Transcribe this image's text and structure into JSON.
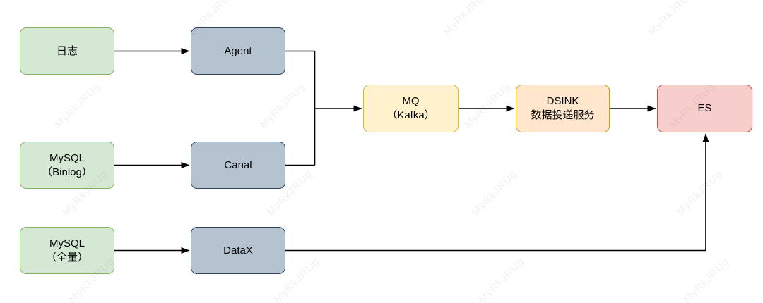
{
  "diagram": {
    "watermark": "MyRkJRUg",
    "line_color": "#000000",
    "palette": {
      "source": {
        "fill": "#d5e8d4",
        "stroke": "#82b366"
      },
      "process": {
        "fill": "#b5c3d1",
        "stroke": "#30455c"
      },
      "queue": {
        "fill": "#fff2cc",
        "stroke": "#d6b656"
      },
      "service": {
        "fill": "#ffe6cc",
        "stroke": "#d79b00"
      },
      "storage": {
        "fill": "#f8cecc",
        "stroke": "#b85450"
      }
    },
    "nodes": {
      "logs": {
        "line1": "日志"
      },
      "mysql_binlog": {
        "line1": "MySQL",
        "line2": "（Binlog）"
      },
      "mysql_full": {
        "line1": "MySQL",
        "line2": "（全量）"
      },
      "agent": {
        "line1": "Agent"
      },
      "canal": {
        "line1": "Canal"
      },
      "datax": {
        "line1": "DataX"
      },
      "mq": {
        "line1": "MQ",
        "line2": "（Kafka）"
      },
      "dsink": {
        "line1": "DSINK",
        "line2": "数据投递服务"
      },
      "es": {
        "line1": "ES"
      }
    }
  }
}
